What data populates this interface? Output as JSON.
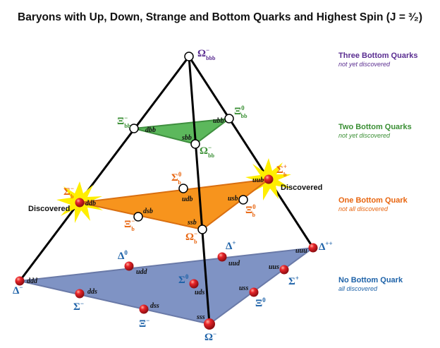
{
  "title": "Baryons with Up, Down, Strange and Bottom Quarks and Highest Spin (J = ³⁄₂)",
  "colors": {
    "three": "#5a2d91",
    "two": "#3a8f34",
    "one": "#e8650f",
    "none": "#1d62a8",
    "green_fill": "#5cb85c",
    "orange_fill": "#f7941d",
    "blue_fill": "#7f93c4",
    "star": "#ffee00"
  },
  "legend": [
    {
      "heading": "Three Bottom Quarks",
      "status": "not yet discovered"
    },
    {
      "heading": "Two Bottom Quarks",
      "status": "not yet discovered"
    },
    {
      "heading": "One Bottom Quark",
      "status": "not all discovered"
    },
    {
      "heading": "No Bottom Quark",
      "status": "all discovered"
    }
  ],
  "discovered_label": "Discovered",
  "particles": [
    {
      "sym": "Ω",
      "sub": "bbb",
      "sup": "−",
      "quarks": "",
      "level": "three"
    },
    {
      "sym": "Ξ",
      "sub": "bb",
      "sup": "−",
      "quarks": "dbb",
      "level": "two"
    },
    {
      "sym": "Ξ",
      "sub": "bb",
      "sup": "0",
      "quarks": "ubb",
      "level": "two"
    },
    {
      "sym": "Ω",
      "sub": "bb",
      "sup": "−",
      "quarks": "sbb",
      "level": "two"
    },
    {
      "sym": "Σ",
      "sub": "b",
      "sup": "−",
      "quarks": "ddb",
      "level": "one"
    },
    {
      "sym": "Σ",
      "sub": "b",
      "sup": "+",
      "quarks": "uub",
      "level": "one"
    },
    {
      "sym": "Σ",
      "sub": "b",
      "sup": "0",
      "quarks": "udb",
      "level": "one"
    },
    {
      "sym": "Ξ",
      "sub": "b",
      "sup": "−",
      "quarks": "dsb",
      "level": "one"
    },
    {
      "sym": "Ξ",
      "sub": "b",
      "sup": "0",
      "quarks": "usb",
      "level": "one"
    },
    {
      "sym": "Ω",
      "sub": "b",
      "sup": "−",
      "quarks": "ssb",
      "level": "one"
    },
    {
      "sym": "Δ",
      "sub": "",
      "sup": "−",
      "quarks": "ddd",
      "level": "none"
    },
    {
      "sym": "Δ",
      "sub": "",
      "sup": "0",
      "quarks": "udd",
      "level": "none"
    },
    {
      "sym": "Δ",
      "sub": "",
      "sup": "+",
      "quarks": "uud",
      "level": "none"
    },
    {
      "sym": "Δ",
      "sub": "",
      "sup": "++",
      "quarks": "uuu",
      "level": "none"
    },
    {
      "sym": "Σ",
      "sub": "",
      "sup": "−",
      "quarks": "dds",
      "level": "none"
    },
    {
      "sym": "Σ",
      "sub": "",
      "sup": "0",
      "quarks": "uds",
      "level": "none"
    },
    {
      "sym": "Σ",
      "sub": "",
      "sup": "+",
      "quarks": "uus",
      "level": "none"
    },
    {
      "sym": "Ξ",
      "sub": "",
      "sup": "−",
      "quarks": "dss",
      "level": "none"
    },
    {
      "sym": "Ξ",
      "sub": "",
      "sup": "0",
      "quarks": "uss",
      "level": "none"
    },
    {
      "sym": "Ω",
      "sub": "",
      "sup": "−",
      "quarks": "sss",
      "level": "none"
    }
  ]
}
